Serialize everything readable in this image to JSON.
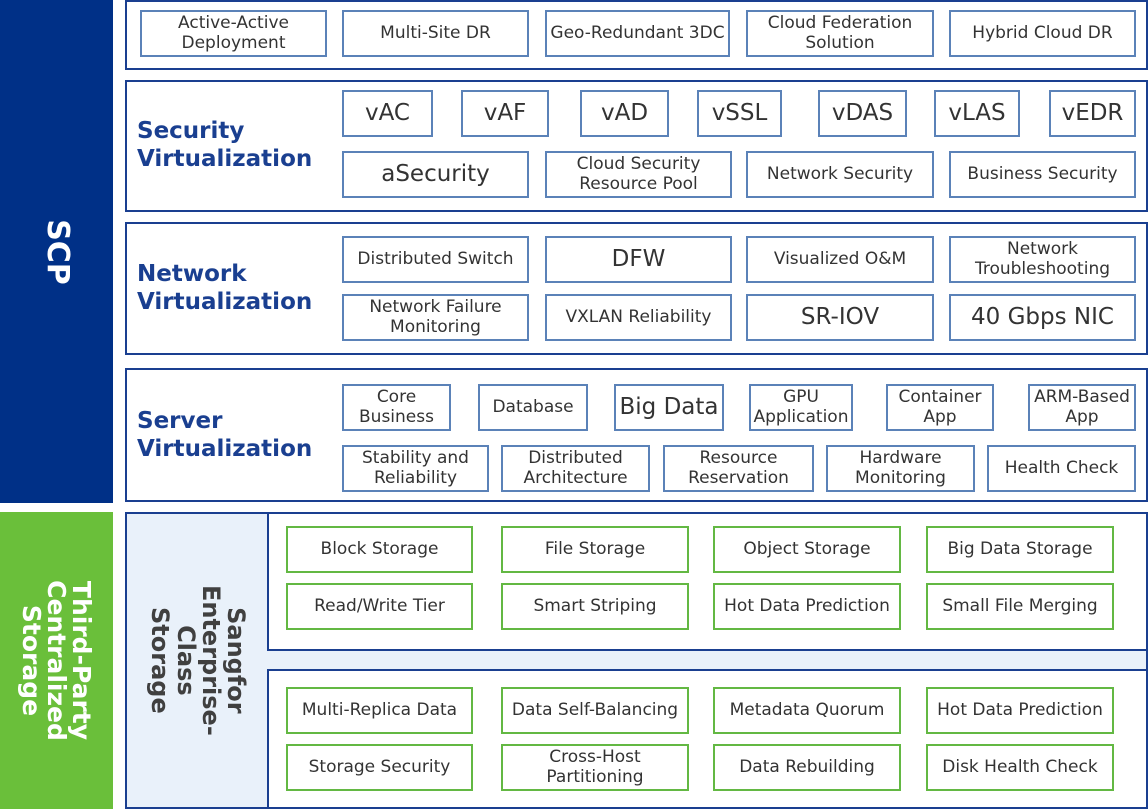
{
  "colors": {
    "scp_blue": "#003087",
    "green": "#6abf3a",
    "box_border_blue": "#5b82b8",
    "box_border_green": "#63b843"
  },
  "scp_label": "SCP",
  "third_party_label": "Third-Party\nCentralized Storage",
  "top_row": [
    "Active-Active\nDeployment",
    "Multi-Site DR",
    "Geo-Redundant 3DC",
    "Cloud Federation\nSolution",
    "Hybrid Cloud DR"
  ],
  "security": {
    "label": "Security\nVirtualization",
    "row1": [
      "vAC",
      "vAF",
      "vAD",
      "vSSL",
      "vDAS",
      "vLAS",
      "vEDR"
    ],
    "row2": [
      "aSecurity",
      "Cloud Security\nResource Pool",
      "Network Security",
      "Business Security"
    ]
  },
  "network": {
    "label": "Network\nVirtualization",
    "row1": [
      "Distributed Switch",
      "DFW",
      "Visualized O&M",
      "Network\nTroubleshooting"
    ],
    "row2": [
      "Network Failure\nMonitoring",
      "VXLAN Reliability",
      "SR-IOV",
      "40 Gbps NIC"
    ]
  },
  "server": {
    "label": "Server\nVirtualization",
    "row1": [
      "Core\nBusiness",
      "Database",
      "Big Data",
      "GPU\nApplication",
      "Container\nApp",
      "ARM-Based\nApp"
    ],
    "row2": [
      "Stability and\nReliability",
      "Distributed\nArchitecture",
      "Resource\nReservation",
      "Hardware\nMonitoring",
      "Health Check"
    ]
  },
  "storage": {
    "label": "Sangfor Enterprise-\nClass Storage",
    "group1": {
      "row1": [
        "Block Storage",
        "File Storage",
        "Object Storage",
        "Big Data Storage"
      ],
      "row2": [
        "Read/Write Tier",
        "Smart Striping",
        "Hot Data Prediction",
        "Small File Merging"
      ]
    },
    "group2": {
      "row1": [
        "Multi-Replica Data",
        "Data Self-Balancing",
        "Metadata Quorum",
        "Hot Data Prediction"
      ],
      "row2": [
        "Storage Security",
        "Cross-Host\nPartitioning",
        "Data Rebuilding",
        "Disk Health Check"
      ]
    }
  }
}
